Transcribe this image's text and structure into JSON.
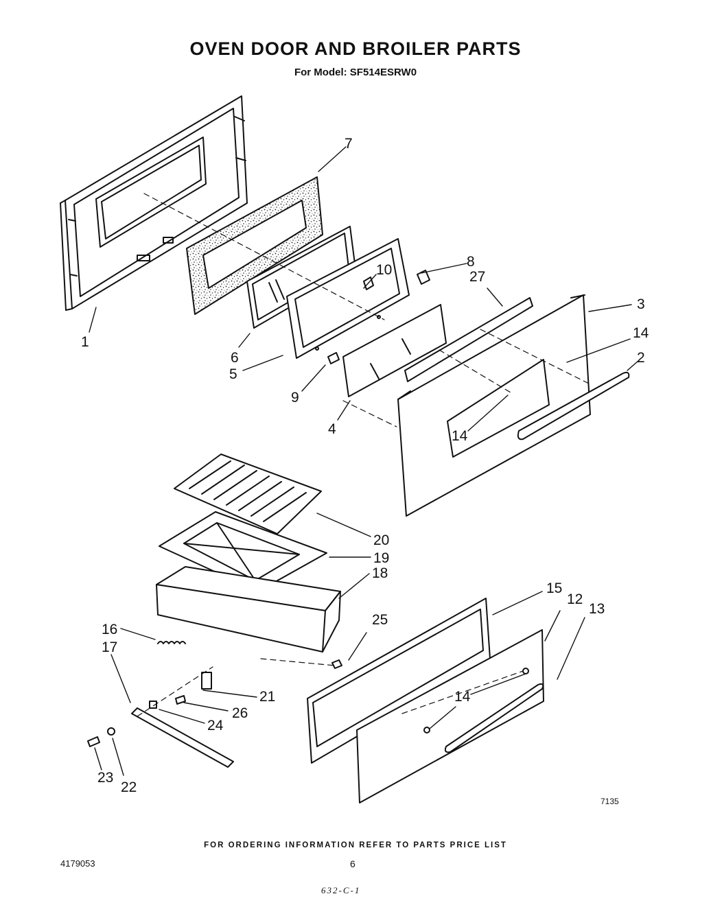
{
  "header": {
    "title": "OVEN DOOR AND BROILER PARTS",
    "subtitle": "For Model: SF514ESRW0"
  },
  "callouts": [
    "1",
    "2",
    "3",
    "4",
    "5",
    "6",
    "7",
    "8",
    "9",
    "10",
    "27",
    "14",
    "14",
    "12",
    "13",
    "14",
    "14",
    "15",
    "16",
    "17",
    "18",
    "19",
    "20",
    "21",
    "22",
    "23",
    "24",
    "25",
    "26"
  ],
  "footer": {
    "ordering_note": "FOR ORDERING INFORMATION REFER TO PARTS PRICE LIST",
    "doc_number": "4179053",
    "page_number": "6",
    "figure_code": "7135",
    "handwritten_note": "632-C-1"
  }
}
